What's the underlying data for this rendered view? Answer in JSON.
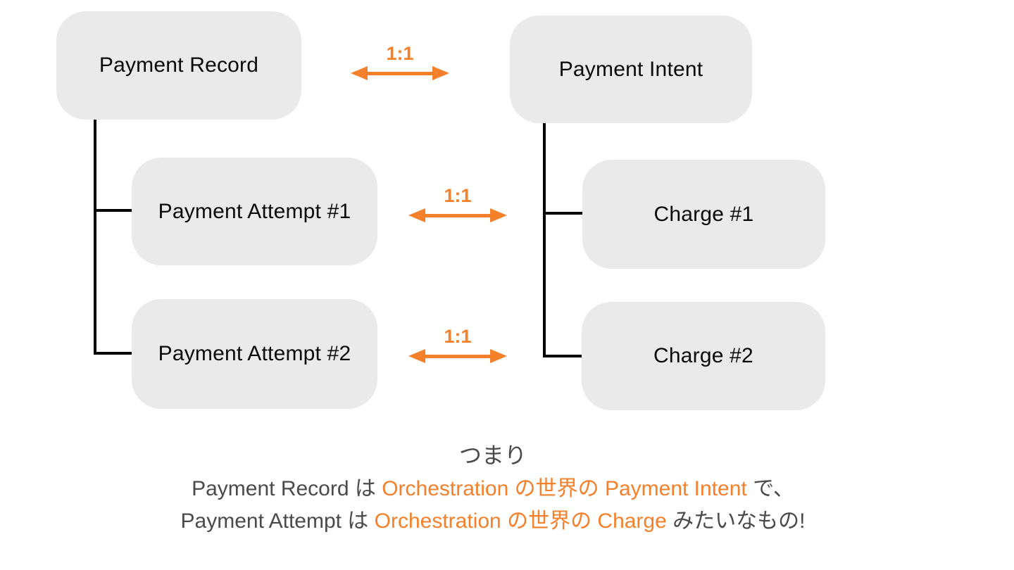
{
  "nodes": {
    "payment_record": "Payment Record",
    "payment_intent": "Payment Intent",
    "payment_attempt_1": "Payment Attempt #1",
    "payment_attempt_2": "Payment Attempt #2",
    "charge_1": "Charge #1",
    "charge_2": "Charge #2"
  },
  "relations": [
    {
      "label": "1:1"
    },
    {
      "label": "1:1"
    },
    {
      "label": "1:1"
    }
  ],
  "caption": {
    "line1": "つまり",
    "line2_part1": "Payment Record は ",
    "line2_highlight": "Orchestration の世界の Payment Intent",
    "line2_part2": " で、",
    "line3_part1": "Payment Attempt は ",
    "line3_highlight": "Orchestration の世界の Charge",
    "line3_part2": " みたいなもの!"
  },
  "colors": {
    "box_fill": "#EAEAEA",
    "accent_orange": "#F5802B",
    "connector_black": "#000000",
    "caption_gray": "#4A4A4A"
  }
}
